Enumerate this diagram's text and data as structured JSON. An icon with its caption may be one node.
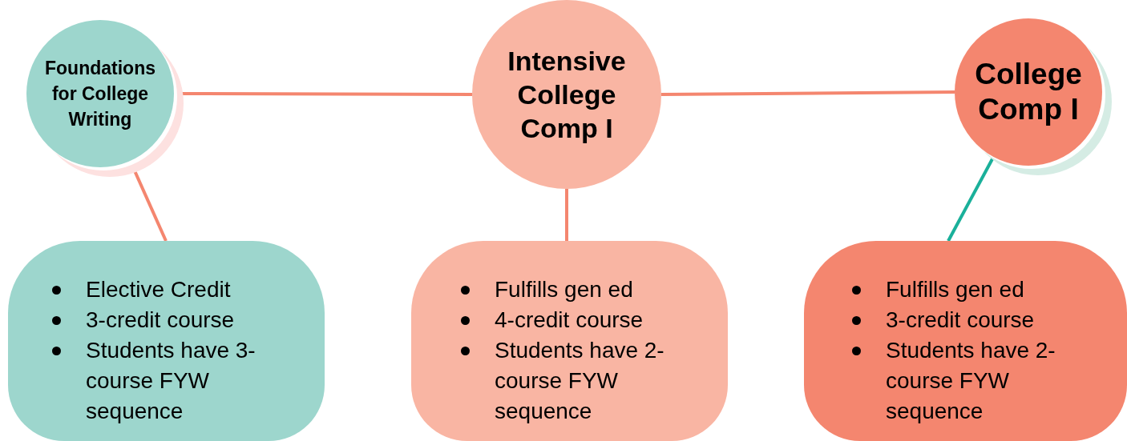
{
  "diagram": {
    "nodes": [
      {
        "text": [
          "Foundations for College Writing"
        ]
      },
      {
        "text": [
          "Intensive College Comp I"
        ]
      },
      {
        "text": [
          "College Comp I"
        ]
      },
      {
        "text": [
          "Elective Credit",
          "3-credit course",
          "Students have 3-course FYW sequence"
        ]
      },
      {
        "text": [
          "Fulfills gen ed",
          "4-credit course",
          "Students have 2-course FYW sequence"
        ]
      },
      {
        "text": [
          "Fulfills gen ed",
          "3-credit course",
          "Students have 2-course FYW sequence"
        ]
      }
    ],
    "edges": [
      {
        "from": 0,
        "to": 1,
        "arrow": "none"
      },
      {
        "from": 1,
        "to": 2,
        "arrow": "none"
      },
      {
        "from": 0,
        "to": 3,
        "arrow": "none"
      },
      {
        "from": 1,
        "to": 4,
        "arrow": "none"
      },
      {
        "from": 2,
        "to": 5,
        "arrow": "none",
        "color": "#1ab09a"
      }
    ]
  }
}
